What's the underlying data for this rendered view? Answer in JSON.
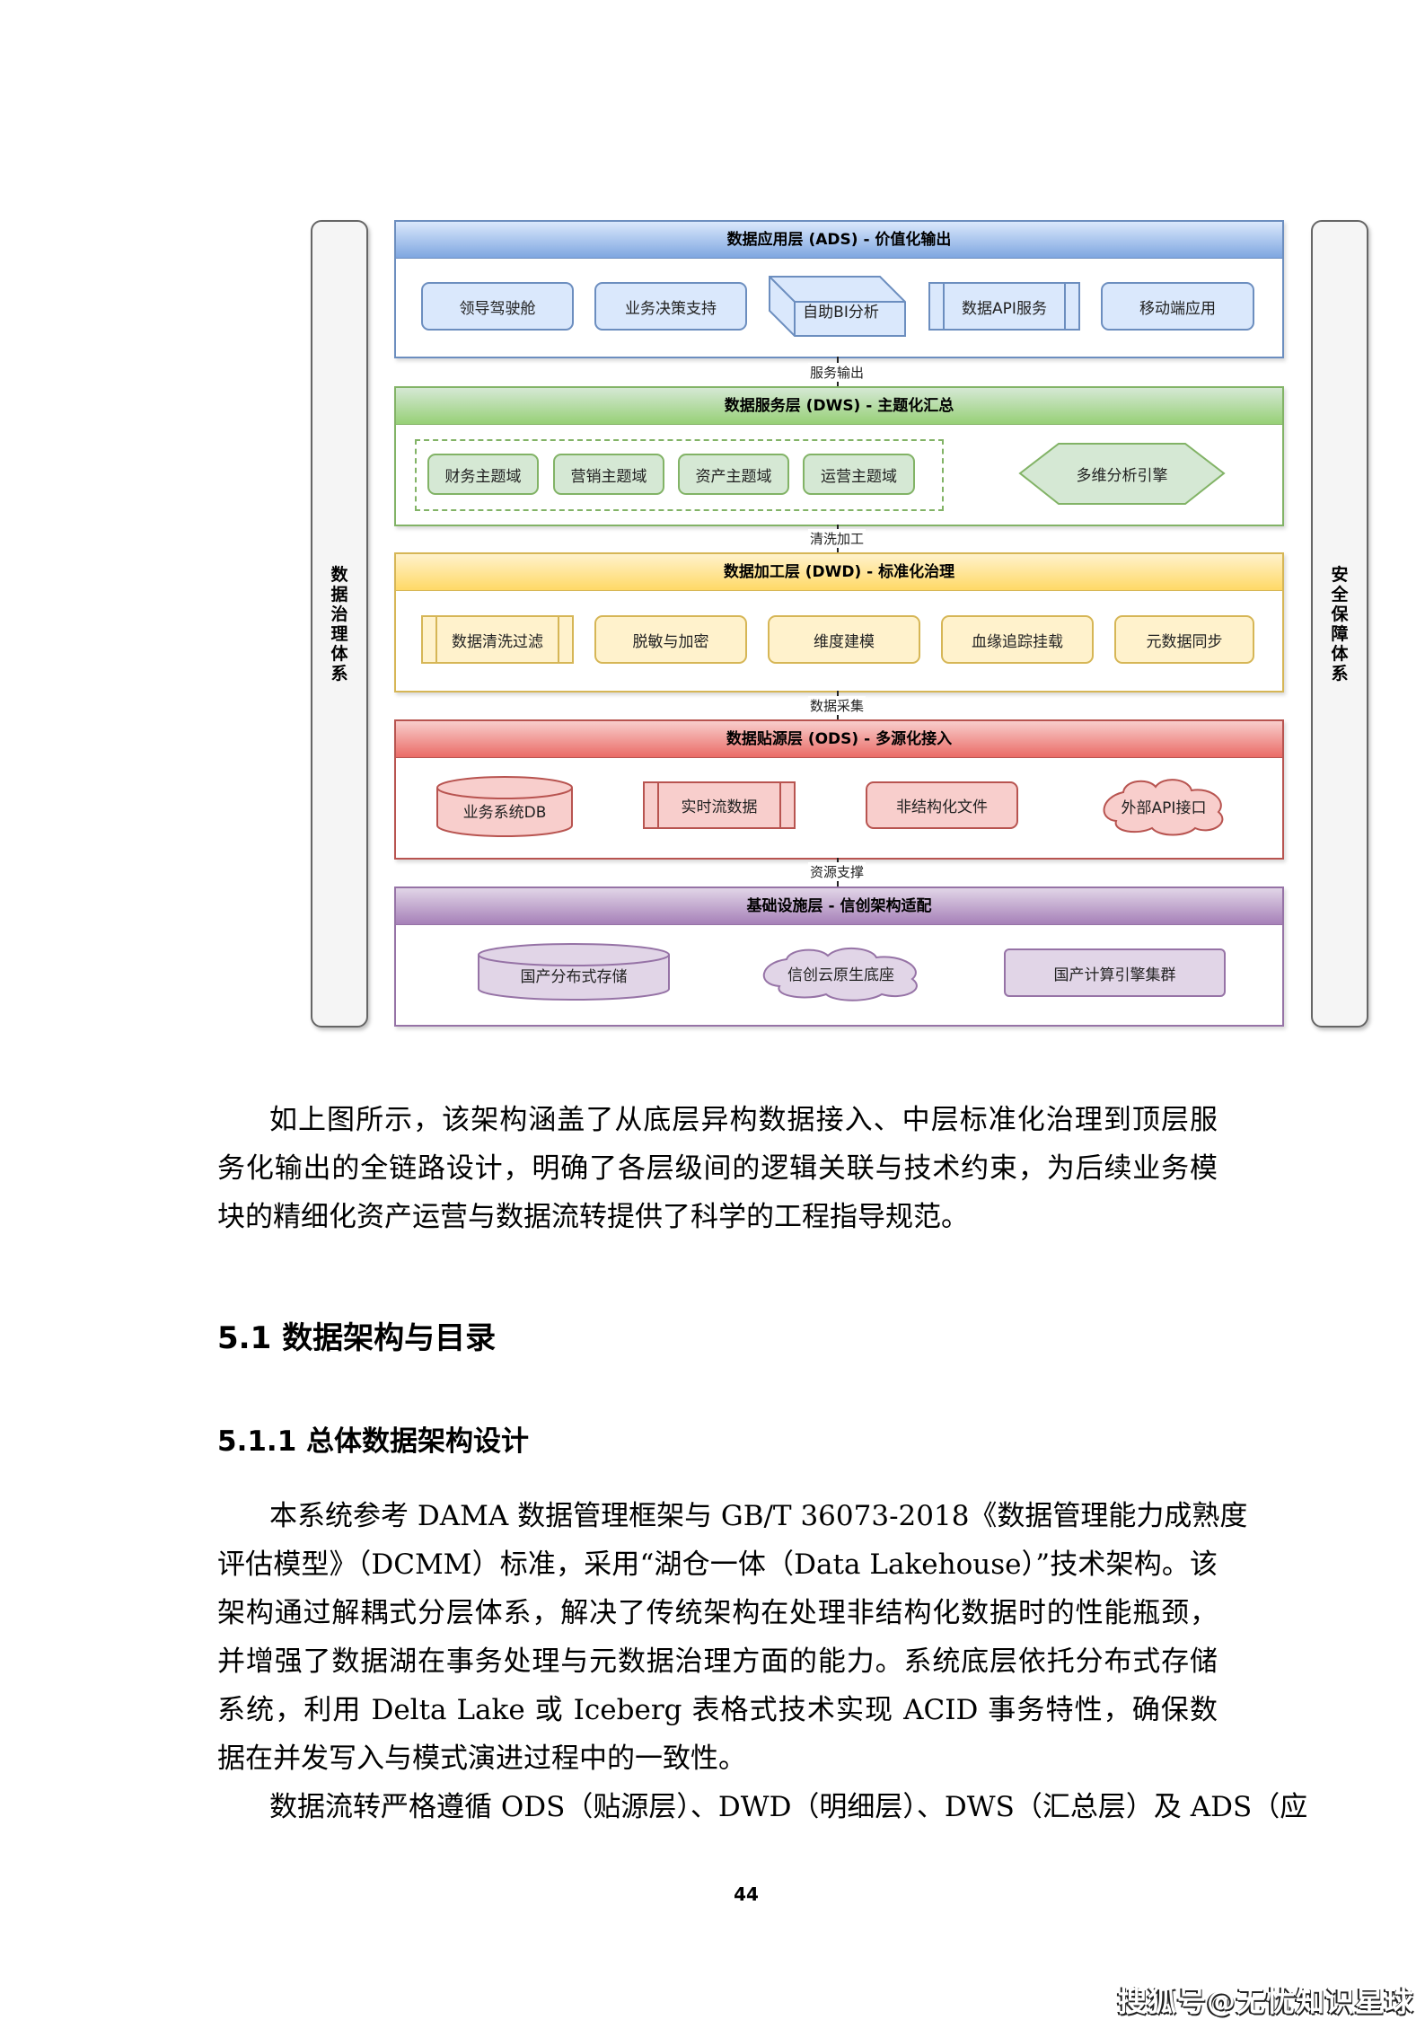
{
  "diagram": {
    "left_sidebar": "数据治理体系",
    "right_sidebar": "安全保障体系",
    "colors": {
      "ads": "#6c8ebf",
      "dws": "#82b366",
      "dwd": "#d6b656",
      "ods": "#b85450",
      "infra": "#9673a6"
    },
    "layers": {
      "ads": {
        "title": "数据应用层 (ADS) - 价值化输出",
        "items": [
          "领导驾驶舱",
          "业务决策支持",
          "自助BI分析",
          "数据API服务",
          "移动端应用"
        ]
      },
      "dws": {
        "title": "数据服务层 (DWS) - 主题化汇总",
        "items": [
          "财务主题域",
          "营销主题域",
          "资产主题域",
          "运营主题域",
          "多维分析引擎"
        ]
      },
      "dwd": {
        "title": "数据加工层 (DWD) - 标准化治理",
        "items": [
          "数据清洗过滤",
          "脱敏与加密",
          "维度建模",
          "血缘追踪挂载",
          "元数据同步"
        ]
      },
      "ods": {
        "title": "数据贴源层 (ODS) - 多源化接入",
        "items": [
          "业务系统DB",
          "实时流数据",
          "非结构化文件",
          "外部API接口"
        ]
      },
      "infra": {
        "title": "基础设施层 - 信创架构适配",
        "items": [
          "国产分布式存储",
          "信创云原生底座",
          "国产计算引擎集群"
        ]
      }
    },
    "connectors": [
      "服务输出",
      "清洗加工",
      "数据采集",
      "资源支撑"
    ]
  },
  "paragraph1": [
    "如上图所示，该架构涵盖了从底层异构数据接入、中层标准化治理到顶层服",
    "务化输出的全链路设计，明确了各层级间的逻辑关联与技术约束，为后续业务模",
    "块的精细化资产运营与数据流转提供了科学的工程指导规范。"
  ],
  "heading_5_1": "5.1  数据架构与目录",
  "heading_5_1_1": "5.1.1  总体数据架构设计",
  "paragraph2": [
    "本系统参考 DAMA 数据管理框架与 GB/T 36073-2018《数据管理能力成熟度",
    "评估模型》（DCMM）标准，采用“湖仓一体（Data Lakehouse）”技术架构。该",
    "架构通过解耦式分层体系，解决了传统架构在处理非结构化数据时的性能瓶颈，",
    "并增强了数据湖在事务处理与元数据治理方面的能力。系统底层依托分布式存储",
    "系统，利用 Delta Lake 或 Iceberg 表格式技术实现 ACID 事务特性，确保数",
    "据在并发写入与模式演进过程中的一致性。"
  ],
  "paragraph3": [
    "数据流转严格遵循 ODS（贴源层）、DWD（明细层）、DWS（汇总层）及 ADS（应"
  ],
  "page_number": "44",
  "watermark": "搜狐号@无忧知识星球"
}
